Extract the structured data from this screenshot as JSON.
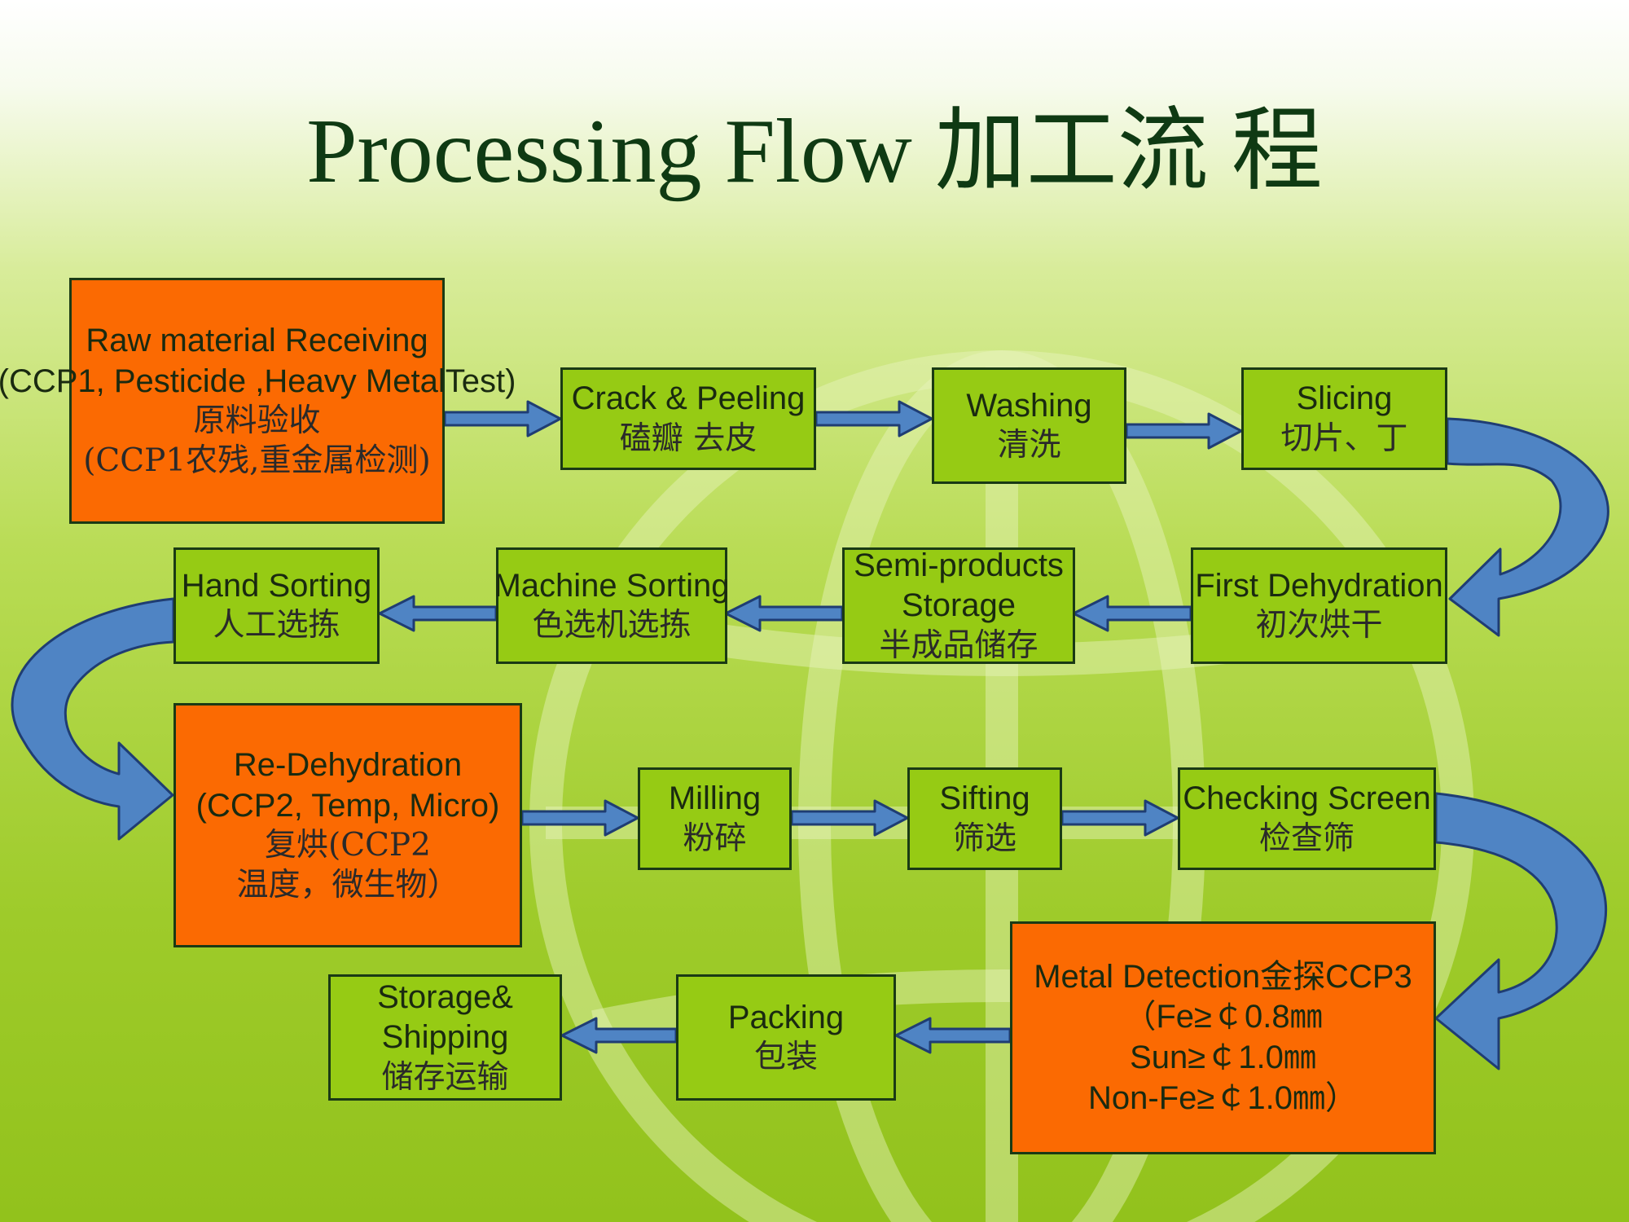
{
  "title": "Processing Flow 加工流 程",
  "colors": {
    "green_step": "#96cb14",
    "orange_ccp": "#fb6a02",
    "arrow_fill": "#4f84c4",
    "arrow_stroke": "#1f3d73",
    "title_color": "#0f3a13"
  },
  "steps": {
    "raw_material": {
      "line1": "Raw material Receiving",
      "line2": "(CCP1, Pesticide ,Heavy MetalTest)",
      "line3": "原料验收",
      "line4": "(CCP1农残,重金属检测)"
    },
    "crack_peeling": {
      "en": "Crack & Peeling",
      "zh": "磕瓣 去皮"
    },
    "washing": {
      "en": "Washing",
      "zh": "清洗"
    },
    "slicing": {
      "en": "Slicing",
      "zh": "切片、丁"
    },
    "first_dehydration": {
      "en": "First Dehydration",
      "zh": "初次烘干"
    },
    "semi_storage": {
      "en1": "Semi-products",
      "en2": "Storage",
      "zh": "半成品储存"
    },
    "machine_sorting": {
      "en": "Machine Sorting",
      "zh": "色选机选拣"
    },
    "hand_sorting": {
      "en": "Hand Sorting",
      "zh": "人工选拣"
    },
    "re_dehydration": {
      "line1": "Re-Dehydration",
      "line2": "(CCP2, Temp, Micro)",
      "line3": "复烘(CCP2",
      "line4": "温度，微生物）"
    },
    "milling": {
      "en": "Milling",
      "zh": "粉碎"
    },
    "sifting": {
      "en": "Sifting",
      "zh": "筛选"
    },
    "checking_screen": {
      "en": "Checking Screen",
      "zh": "检查筛"
    },
    "metal_detection": {
      "line1": "Metal Detection金探CCP3",
      "line2": "（Fe≥￠0.8㎜",
      "line3": "Sun≥￠1.0㎜",
      "line4": "Non-Fe≥￠1.0㎜）"
    },
    "packing": {
      "en": "Packing",
      "zh": "包装"
    },
    "storage_shipping": {
      "en1": "Storage&",
      "en2": "Shipping",
      "zh": "储存运输"
    }
  }
}
